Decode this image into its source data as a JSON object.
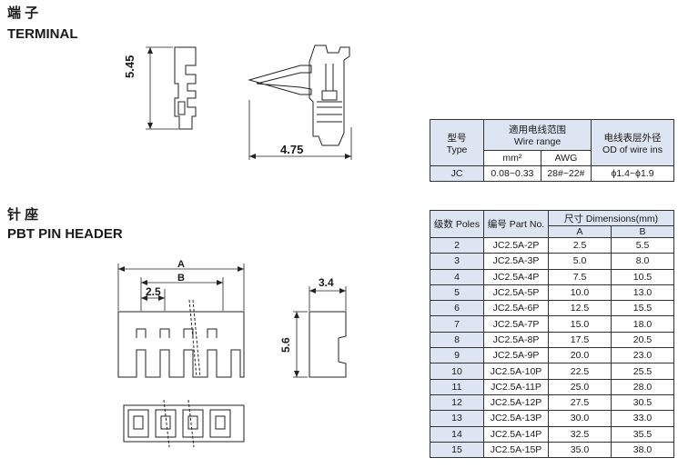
{
  "terminal": {
    "title_cn": "端 子",
    "title_en": "TERMINAL",
    "dim_height": "5.45",
    "dim_width": "4.75"
  },
  "terminal_table": {
    "col_type_cn": "型号",
    "col_type_en": "Type",
    "col_wire_cn": "適用电线范围",
    "col_wire_en": "Wire range",
    "sub_mm2": "mm²",
    "sub_awg": "AWG",
    "col_od_cn": "电线表层外径",
    "col_od_en": "OD of wire ins",
    "row": {
      "type": "JC",
      "mm2": "0.08~0.33",
      "awg": "28#~22#",
      "od": "ϕ1.4~ϕ1.9"
    }
  },
  "header": {
    "title_cn": "针 座",
    "title_en": "PBT PIN HEADER",
    "dim_a": "A",
    "dim_b": "B",
    "dim_pitch": "2.5",
    "dim_depth": "3.4",
    "dim_height": "5.6"
  },
  "header_table": {
    "col_poles": "级数 Poles",
    "col_part": "编号 Part No.",
    "col_dims": "尺寸 Dimensions(mm)",
    "sub_a": "A",
    "sub_b": "B",
    "rows": [
      {
        "poles": "2",
        "part": "JC2.5A-2P",
        "a": "2.5",
        "b": "5.5"
      },
      {
        "poles": "3",
        "part": "JC2.5A-3P",
        "a": "5.0",
        "b": "8.0"
      },
      {
        "poles": "4",
        "part": "JC2.5A-4P",
        "a": "7.5",
        "b": "10.5"
      },
      {
        "poles": "5",
        "part": "JC2.5A-5P",
        "a": "10.0",
        "b": "13.0"
      },
      {
        "poles": "6",
        "part": "JC2.5A-6P",
        "a": "12.5",
        "b": "15.5"
      },
      {
        "poles": "7",
        "part": "JC2.5A-7P",
        "a": "15.0",
        "b": "18.0"
      },
      {
        "poles": "8",
        "part": "JC2.5A-8P",
        "a": "17.5",
        "b": "20.5"
      },
      {
        "poles": "9",
        "part": "JC2.5A-9P",
        "a": "20.0",
        "b": "23.0"
      },
      {
        "poles": "10",
        "part": "JC2.5A-10P",
        "a": "22.5",
        "b": "25.5"
      },
      {
        "poles": "11",
        "part": "JC2.5A-11P",
        "a": "25.0",
        "b": "28.0"
      },
      {
        "poles": "12",
        "part": "JC2.5A-12P",
        "a": "27.5",
        "b": "30.5"
      },
      {
        "poles": "13",
        "part": "JC2.5A-13P",
        "a": "30.0",
        "b": "33.0"
      },
      {
        "poles": "14",
        "part": "JC2.5A-14P",
        "a": "32.5",
        "b": "35.5"
      },
      {
        "poles": "15",
        "part": "JC2.5A-15P",
        "a": "35.0",
        "b": "38.0"
      }
    ]
  }
}
